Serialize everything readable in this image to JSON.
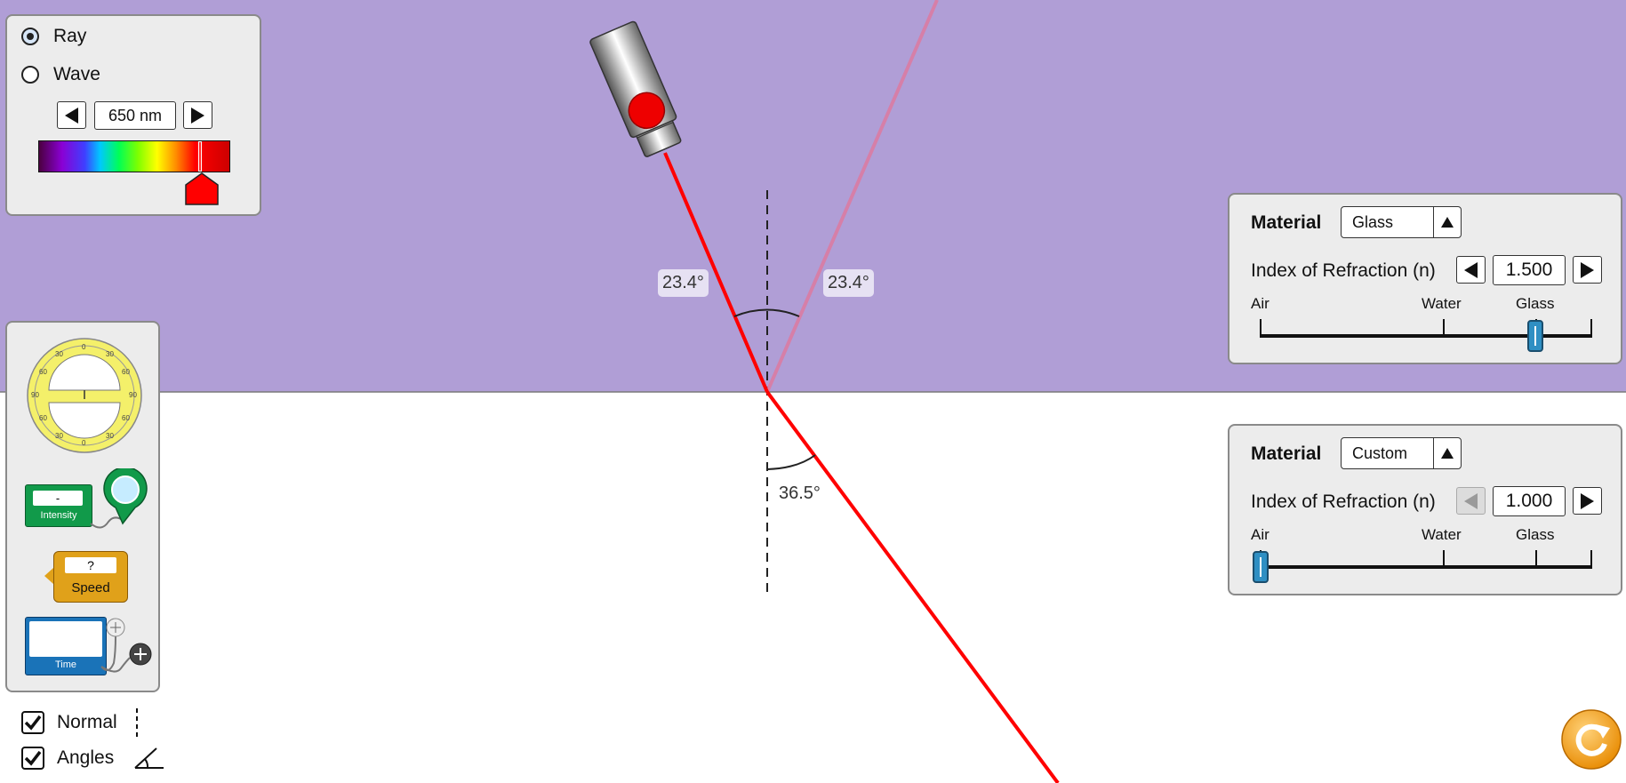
{
  "light_panel": {
    "modes": [
      {
        "label": "Ray",
        "selected": true
      },
      {
        "label": "Wave",
        "selected": false
      }
    ],
    "wavelength": "650 nm"
  },
  "top_medium": {
    "material_label": "Material",
    "material": "Glass",
    "ior_label": "Index of Refraction (n)",
    "ior_value": "1.500",
    "ticks": [
      "Air",
      "Water",
      "Glass"
    ],
    "color": "#b09ed6"
  },
  "bottom_medium": {
    "material_label": "Material",
    "material": "Custom",
    "ior_label": "Index of Refraction (n)",
    "ior_value": "1.000",
    "ticks": [
      "Air",
      "Water",
      "Glass"
    ],
    "color": "#ffffff"
  },
  "toolbox": {
    "intensity_label": "Intensity",
    "intensity_value": "-",
    "speed_label": "Speed",
    "speed_value": "?",
    "time_label": "Time"
  },
  "checkboxes": [
    {
      "label": "Normal",
      "checked": true
    },
    {
      "label": "Angles",
      "checked": true
    }
  ],
  "angles": {
    "incident": "23.4°",
    "reflected": "23.4°",
    "refracted": "36.5°"
  },
  "colors": {
    "laser": "#ff0000",
    "reflected_ray": "#d67fa8"
  },
  "icons": [
    "laser-pointer-icon",
    "protractor-icon",
    "intensity-meter-icon",
    "speed-meter-icon",
    "time-meter-icon",
    "reset-icon",
    "normal-line-icon",
    "angle-icon"
  ]
}
